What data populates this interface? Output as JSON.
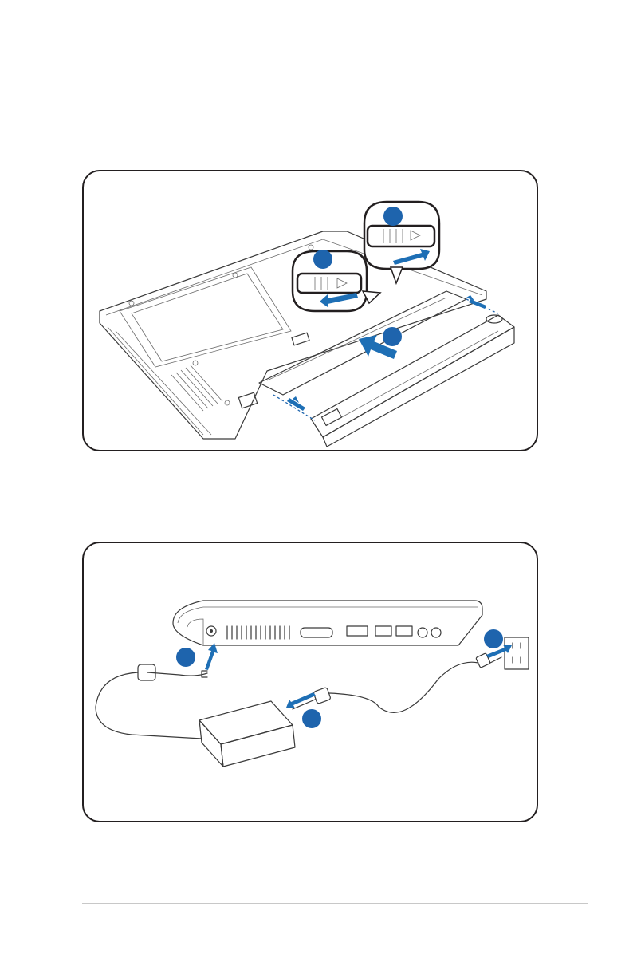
{
  "figures": [
    {
      "id": "battery-install",
      "description_labels": []
    },
    {
      "id": "power-connection",
      "description_labels": []
    }
  ],
  "colors": {
    "accent_blue": "#1e64ad",
    "line": "#3a3a3a",
    "footer_rule": "#c8c8c8"
  },
  "icons": {
    "step_badge": "blue-circle",
    "arrow": "blue-arrow"
  }
}
